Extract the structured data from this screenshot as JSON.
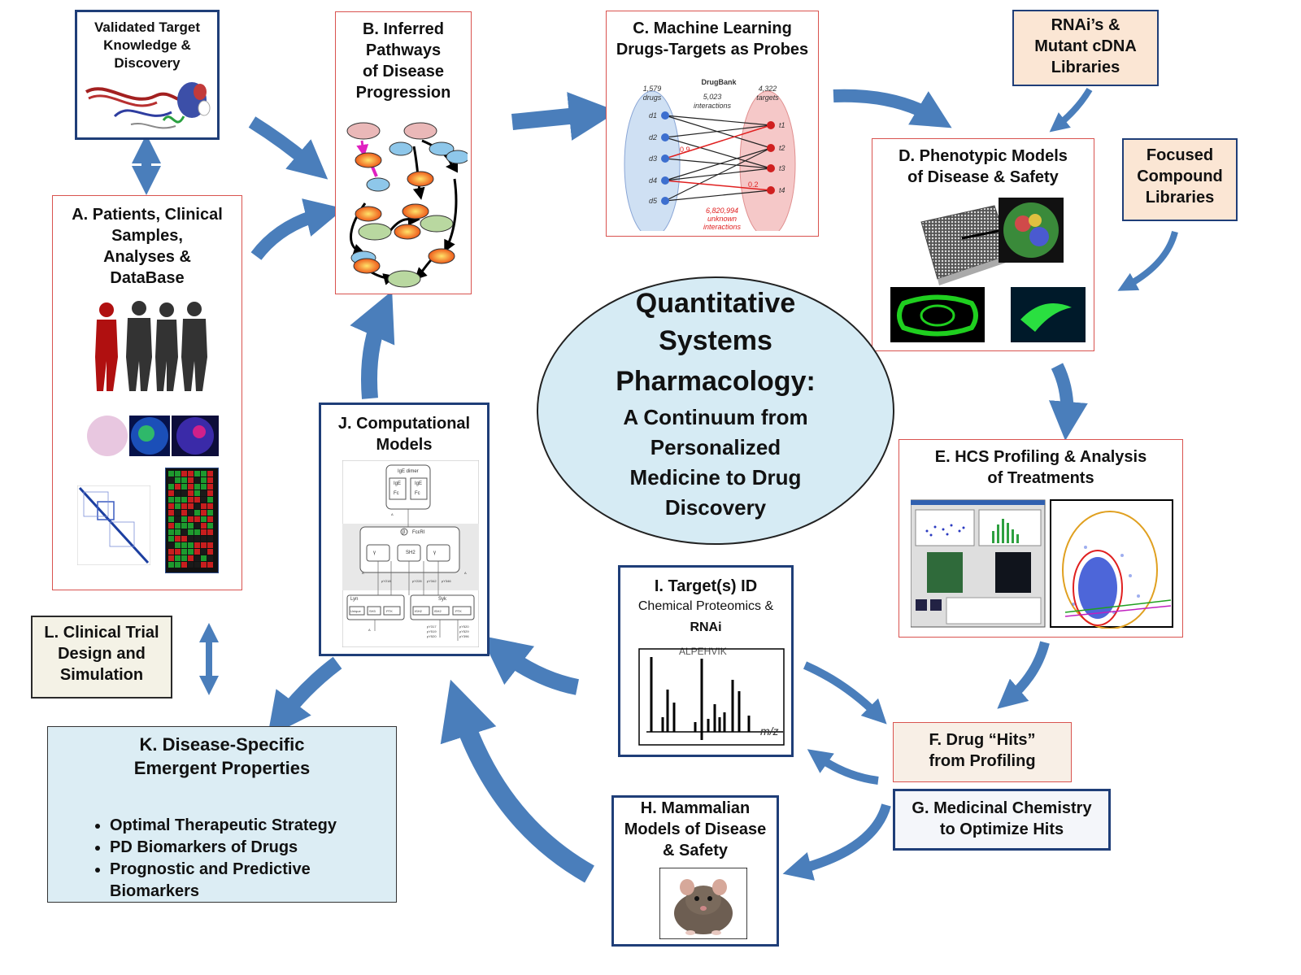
{
  "boxes": {
    "validated": {
      "lines": [
        "Validated Target",
        "Knowledge &",
        "Discovery"
      ]
    },
    "A": {
      "lines": [
        "A. Patients, Clinical",
        "Samples,",
        "Analyses &",
        "DataBase"
      ]
    },
    "B": {
      "lines": [
        "B. Inferred",
        "Pathways",
        "of Disease",
        "Progression"
      ]
    },
    "C": {
      "lines": [
        "C. Machine Learning",
        "Drugs-Targets as Probes"
      ],
      "graph": {
        "header": "DrugBank",
        "drugs_count": "1,579",
        "drugs_label": "drugs",
        "targets_count": "4,322",
        "targets_label": "targets",
        "interactions": "5,023",
        "interactions_label": "interactions",
        "unknown": "6,820,994",
        "unknown_label_1": "unknown",
        "unknown_label_2": "interactions",
        "score_1": "0.9",
        "score_2": "0.2",
        "drug_labels": [
          "d1",
          "d2",
          "d3",
          "d4",
          "d5"
        ],
        "target_labels": [
          "t1",
          "t2",
          "t3",
          "t4"
        ]
      }
    },
    "rnai": {
      "lines": [
        "RNAi’s &",
        "Mutant cDNA",
        "Libraries"
      ]
    },
    "D": {
      "lines": [
        "D. Phenotypic Models",
        "of Disease & Safety"
      ]
    },
    "focused": {
      "lines": [
        "Focused",
        "Compound",
        "Libraries"
      ]
    },
    "E": {
      "lines": [
        "E. HCS Profiling & Analysis",
        "of Treatments"
      ]
    },
    "F": {
      "lines": [
        "F. Drug “Hits”",
        "from Profiling"
      ]
    },
    "G": {
      "lines": [
        "G. Medicinal Chemistry",
        "to Optimize Hits"
      ]
    },
    "H": {
      "lines": [
        "H. Mammalian",
        "Models of Disease",
        "& Safety"
      ]
    },
    "I": {
      "title": "I.  Target(s) ID",
      "sub1": "Chemical Proteomics &",
      "sub2": "RNAi",
      "spectrum_label": "m/z",
      "spectrum_header": "ALPEHVIK"
    },
    "J": {
      "lines": [
        "J. Computational",
        "Models"
      ],
      "diagram": {
        "top": "IgE dimer",
        "fc_label": "FcεRI",
        "lyn": "Lyn",
        "syk": "Syk",
        "node_a": "IgE",
        "node_b": "IgE",
        "node_c": "Fc",
        "node_d": "Fc",
        "node_e": "SH2",
        "node_f": "PTK",
        "node_g": "Unique",
        "node_h": "SH3",
        "node_i": "tSH2",
        "node_j": "lSH2",
        "node_k": "PTK",
        "node_l": "γ",
        "node_m": "β",
        "node_n": "γ",
        "edge_a": "pY218",
        "edge_b": "pY228",
        "edge_c": "pY342",
        "edge_d": "pY346",
        "edge_e": "pY317",
        "edge_f": "pY519",
        "edge_g": "pY520",
        "edge_h": "pY520",
        "edge_i": "pY529",
        "edge_j": "pY396",
        "edge_k": "A",
        "edge_l": "A",
        "edge_m": "A",
        "edge_n": "A"
      }
    },
    "K": {
      "lines": [
        "K.  Disease-Specific",
        "Emergent Properties"
      ],
      "bullets": [
        "Optimal Therapeutic Strategy",
        "PD Biomarkers of Drugs",
        "Prognostic and Predictive Biomarkers"
      ]
    },
    "L": {
      "lines": [
        "L. Clinical Trial",
        "Design and",
        "Simulation"
      ]
    }
  },
  "center": {
    "lines": [
      "Quantitative",
      "Systems",
      "Pharmacology:",
      "A Continuum from",
      "Personalized",
      "Medicine to Drug",
      "Discovery"
    ]
  },
  "colors": {
    "arrow": "#4a7ebb",
    "box_border_red": "#d9534f",
    "box_border_navy": "#1f3e78",
    "oval": "#d6ebf4",
    "peach": "#fbe6d4",
    "beige": "#f4f2e6",
    "k_fill": "#dcedf4"
  }
}
